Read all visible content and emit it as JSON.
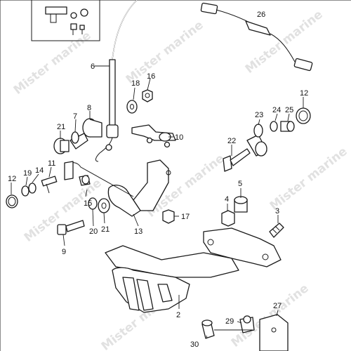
{
  "watermark": "Mister marine",
  "callouts": [
    "2",
    "3",
    "4",
    "5",
    "6",
    "7",
    "8",
    "9",
    "10",
    "11",
    "12",
    "12",
    "13",
    "14",
    "15",
    "16",
    "17",
    "18",
    "19",
    "20",
    "21",
    "21",
    "22",
    "23",
    "24",
    "25",
    "26",
    "27",
    "29",
    "30"
  ]
}
